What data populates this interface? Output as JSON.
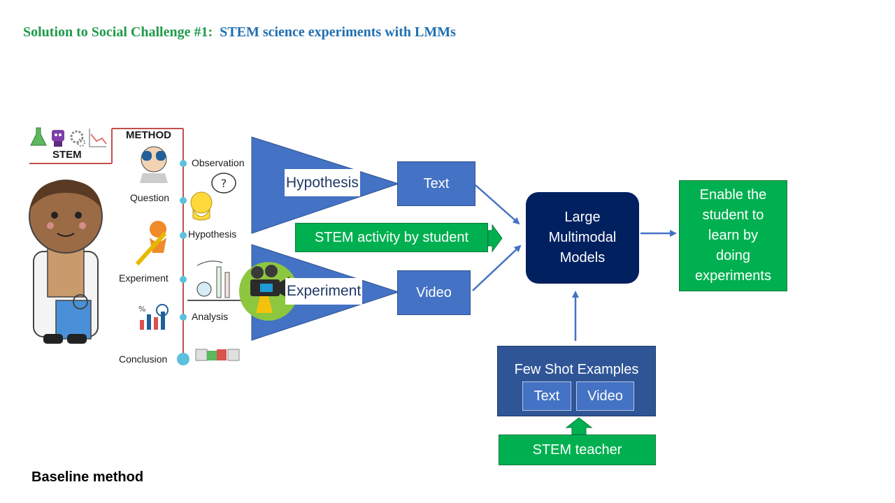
{
  "title": {
    "part1": "Solution to Social Challenge #1:",
    "part2": "STEM science experiments with LMMs"
  },
  "stem_panel": {
    "stem_label": "STEM",
    "method_title": "METHOD",
    "steps": [
      "Observation",
      "Question",
      "Hypothesis",
      "Experiment",
      "Analysis",
      "Conclusion"
    ]
  },
  "funnels": {
    "top_label": "Hypothesis",
    "bottom_label": "Experiment"
  },
  "boxes": {
    "text": "Text",
    "video": "Video",
    "stem_activity": "STEM activity by student",
    "lmm_line1": "Large",
    "lmm_line2": "Multimodal",
    "lmm_line3": "Models",
    "enable_line1": "Enable the",
    "enable_line2": "student to",
    "enable_line3": "learn by",
    "enable_line4": "doing",
    "enable_line5": "experiments",
    "few_shot_title": "Few Shot Examples",
    "few_shot_text": "Text",
    "few_shot_video": "Video",
    "stem_teacher": "STEM teacher"
  },
  "footer": "Baseline method",
  "colors": {
    "blue": "#4472c4",
    "green": "#00b050",
    "navy": "#002060",
    "dark_blue": "#2f5597",
    "title_green": "#1f9a4a",
    "title_blue": "#1f6fb2",
    "timeline": "#c0504d",
    "dot": "#5bc0de"
  },
  "icons": [
    "stem-flask-icon",
    "robot-icon",
    "gears-icon",
    "chart-icon",
    "scientist-icon",
    "binoculars-person-icon",
    "thinking-person-icon",
    "pencil-person-icon",
    "lab-equipment-icon",
    "video-camera-icon",
    "analysis-chart-icon",
    "puzzle-people-icon"
  ]
}
